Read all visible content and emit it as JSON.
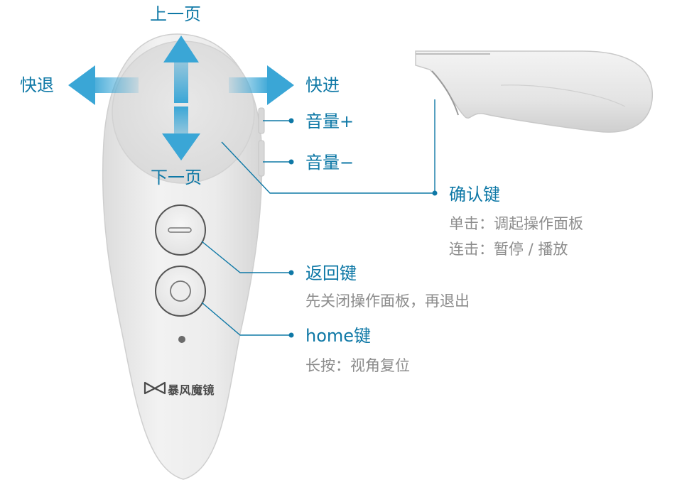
{
  "colors": {
    "accent": "#0e78a6",
    "arrow": "#3aa6d6",
    "caption": "#8c8c8c",
    "remote_body": "#e9e9e9"
  },
  "directions": {
    "up": "上一页",
    "down": "下一页",
    "left": "快退",
    "right": "快进"
  },
  "volume": {
    "up": "音量+",
    "down": "音量−"
  },
  "confirm_key": {
    "label": "确认键",
    "single_press": "单击：调起操作面板",
    "double_press": "连击：暂停 / 播放"
  },
  "back_key": {
    "label": "返回键",
    "desc": "先关闭操作面板，再退出"
  },
  "home_key": {
    "label": "home键",
    "desc": "长按：视角复位"
  },
  "brand": {
    "text": "暴风魔镜",
    "logo_icon": "mask-logo-icon"
  }
}
